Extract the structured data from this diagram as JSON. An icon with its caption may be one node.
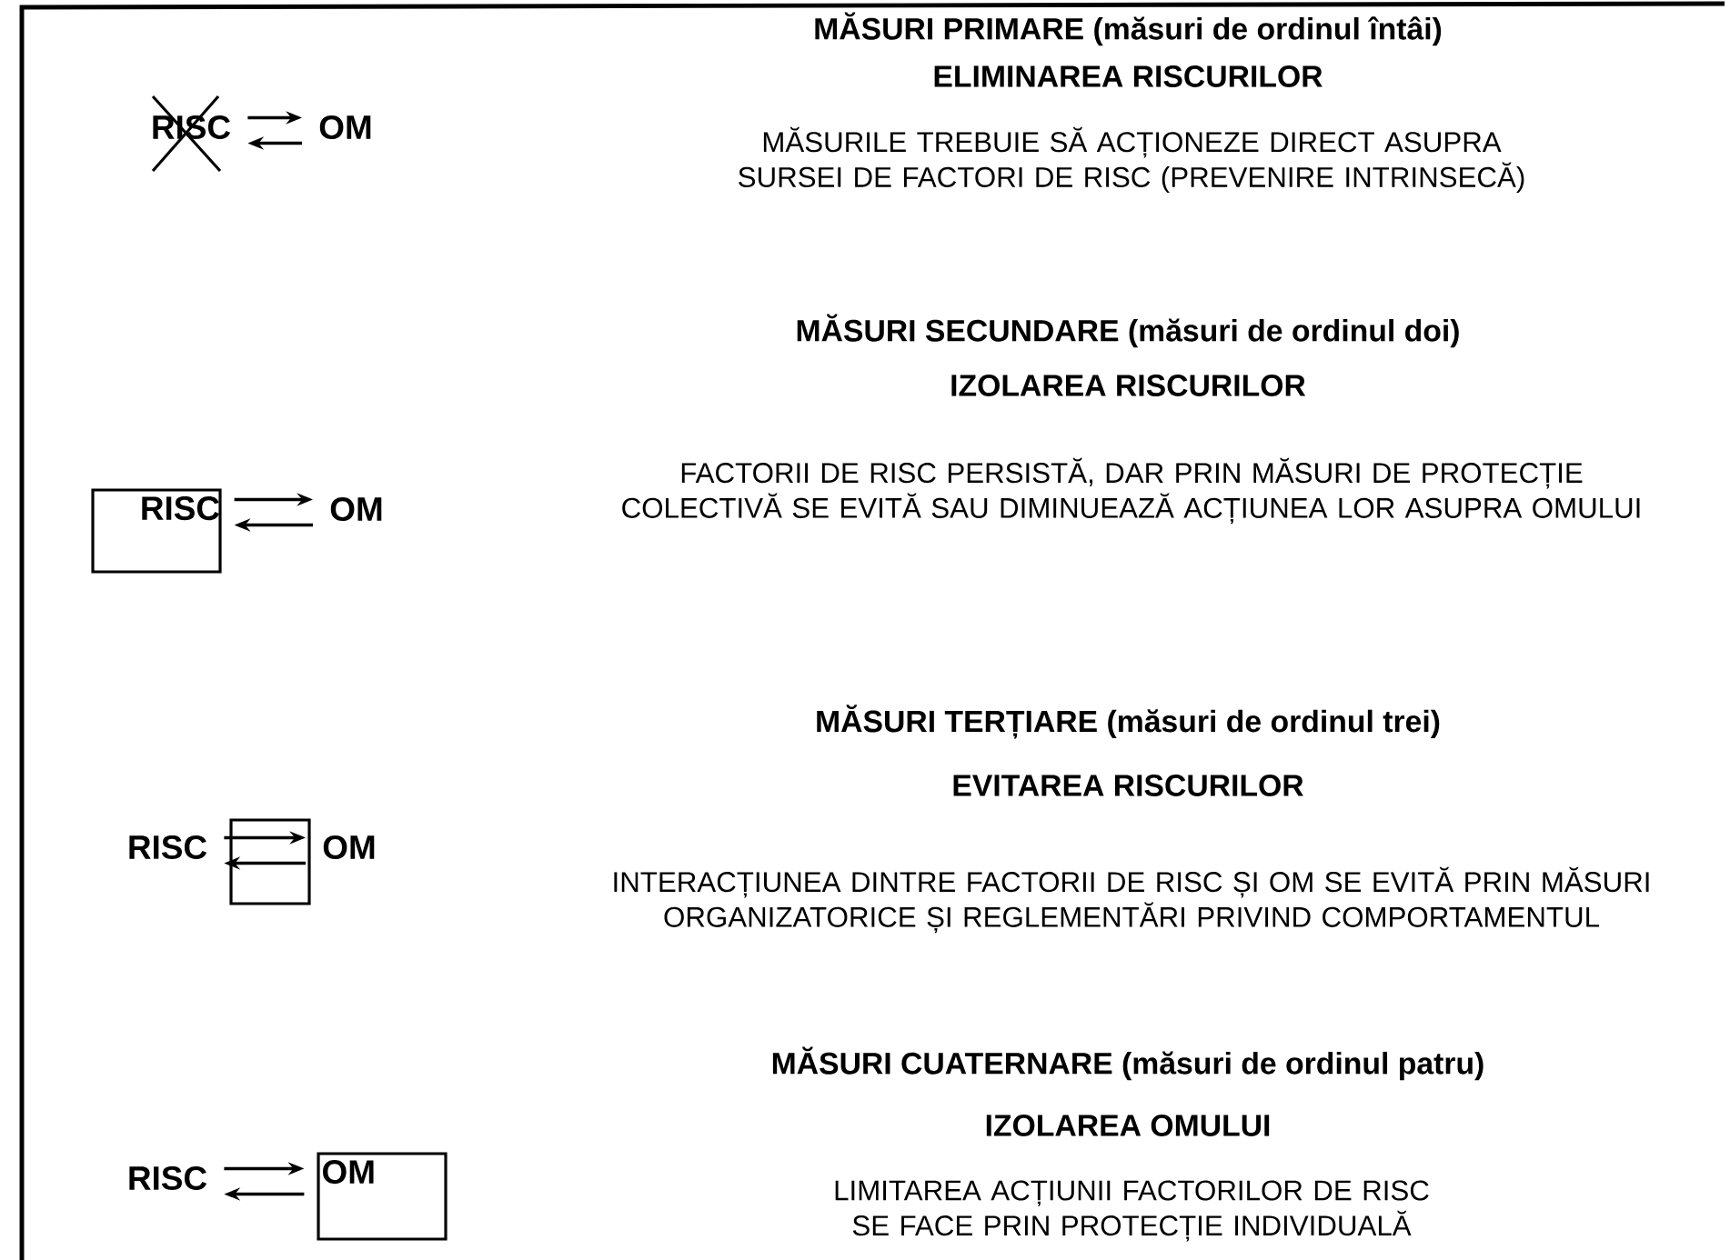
{
  "diagram": {
    "nodes": [
      {
        "text": [
          "RISC"
        ]
      },
      {
        "text": [
          "OM"
        ]
      },
      {
        "text": [
          "RISC"
        ]
      },
      {
        "text": [
          "OM"
        ]
      },
      {
        "text": [
          "RISC"
        ]
      },
      {
        "text": [
          "OM"
        ]
      },
      {
        "text": [
          "RISC"
        ]
      },
      {
        "text": [
          "OM"
        ]
      }
    ],
    "edges": [
      {
        "from": 0,
        "to": 1,
        "arrow": "to"
      },
      {
        "from": 1,
        "to": 0,
        "arrow": "to"
      },
      {
        "from": 2,
        "to": 3,
        "arrow": "to"
      },
      {
        "from": 3,
        "to": 2,
        "arrow": "to"
      },
      {
        "from": 4,
        "to": 5,
        "arrow": "to"
      },
      {
        "from": 5,
        "to": 4,
        "arrow": "to"
      },
      {
        "from": 6,
        "to": 7,
        "arrow": "to"
      },
      {
        "from": 7,
        "to": 6,
        "arrow": "to"
      }
    ],
    "labels": [
      "MĂSURI PRIMARE (măsuri de ordinul întâi)",
      "ELIMINAREA RISCURILOR",
      "MĂSURILE TREBUIE SĂ ACȚIONEZE DIRECT ASUPRA SURSEI DE FACTORI DE RISC (PREVENIRE INTRINSECĂ)",
      "MĂSURI SECUNDARE (măsuri de ordinul doi)",
      "IZOLAREA RISCURILOR",
      "FACTORII DE RISC PERSISTĂ, DAR PRIN MĂSURI DE PROTECȚIE COLECTIVĂ SE EVITĂ SAU DIMINUEAZĂ ACȚIUNEA LOR ASUPRA OMULUI",
      "MĂSURI TERȚIARE (măsuri de ordinul trei)",
      "EVITAREA RISCURILOR",
      "INTERACȚIUNEA DINTRE FACTORII DE RISC ȘI OM SE EVITĂ PRIN MĂSURI ORGANIZATORICE ȘI REGLEMENTĂRI PRIVIND COMPORTAMENTUL",
      "MĂSURI CUATERNARE (măsuri de ordinul patru)",
      "IZOLAREA OMULUI",
      "LIMITAREA ACȚIUNII FACTORILOR DE RISC SE FACE PRIN PROTECȚIE INDIVIDUALĂ"
    ]
  }
}
